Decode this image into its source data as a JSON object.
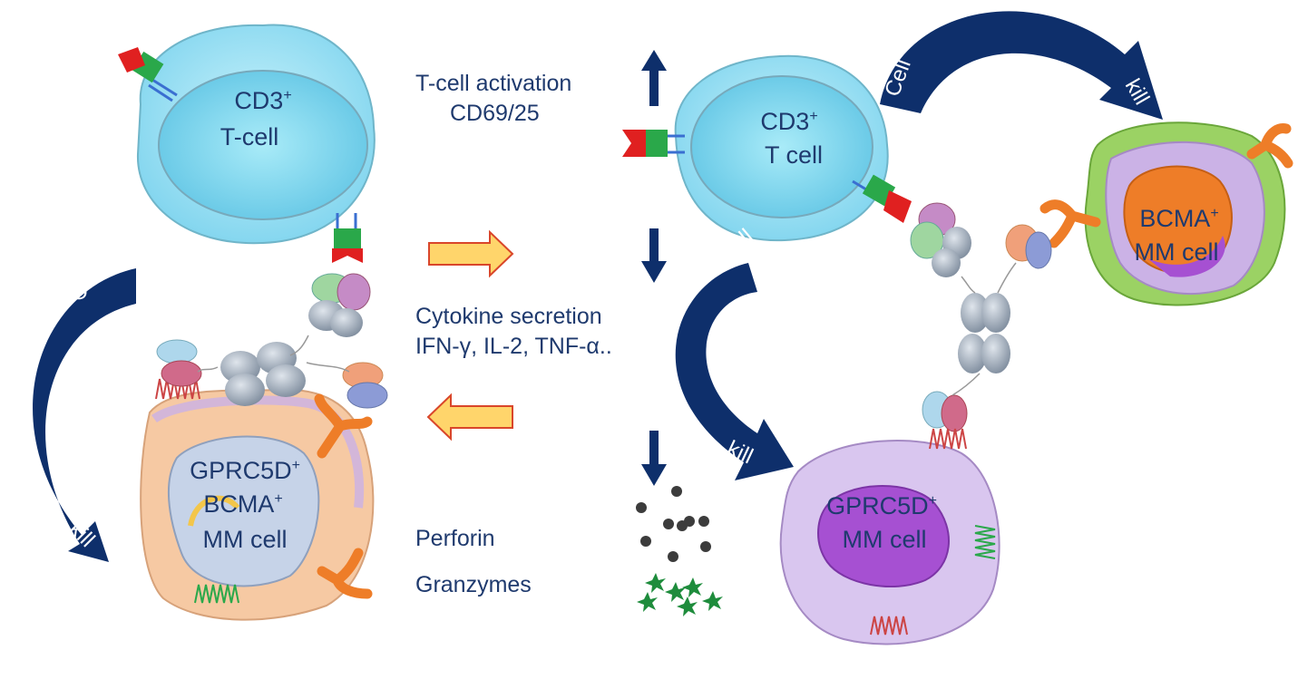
{
  "cells": {
    "t_left": {
      "line1": "CD3",
      "sup": "+",
      "line2": "T-cell"
    },
    "t_right": {
      "line1": "CD3",
      "sup": "+",
      "line2": "T cell"
    },
    "mm_left": {
      "line1": "GPRC5D",
      "sup1": "+",
      "line2": "BCMA",
      "sup2": "+",
      "line3": "MM cell"
    },
    "mm_bcma": {
      "line1": "BCMA",
      "sup": "+",
      "line2": "MM cell"
    },
    "mm_gprc": {
      "line1": "GPRC5D",
      "sup": "+",
      "line2": "MM cell"
    }
  },
  "effects": {
    "activation_line1": "T-cell activation",
    "activation_line2": "CD69/25",
    "cytokine_line1": "Cytokine secretion",
    "cytokine_line2": "IFN-γ, IL-2, TNF-α..",
    "perforin": "Perforin",
    "granzymes": "Granzymes"
  },
  "kill_arrows": {
    "cell_label": "Cell",
    "kill_label": "kill"
  },
  "colors": {
    "navy": "#0e2f6b",
    "t_cell": "#8fe0f5",
    "t_nucleus": "#6fcde9",
    "mm_left": "#f6c9a3",
    "mm_purple": "#cbb2e6",
    "mm_green": "#9bd264",
    "nucleus_orange": "#ee7d28",
    "nucleus_violet": "#a650d2",
    "block_arrow": "#ffd56b",
    "block_arrow_border": "#d9462a",
    "antibody_grey": "#8e9cad",
    "perforin_dot": "#3c3c3c",
    "granzyme_star": "#1e8c3c"
  }
}
